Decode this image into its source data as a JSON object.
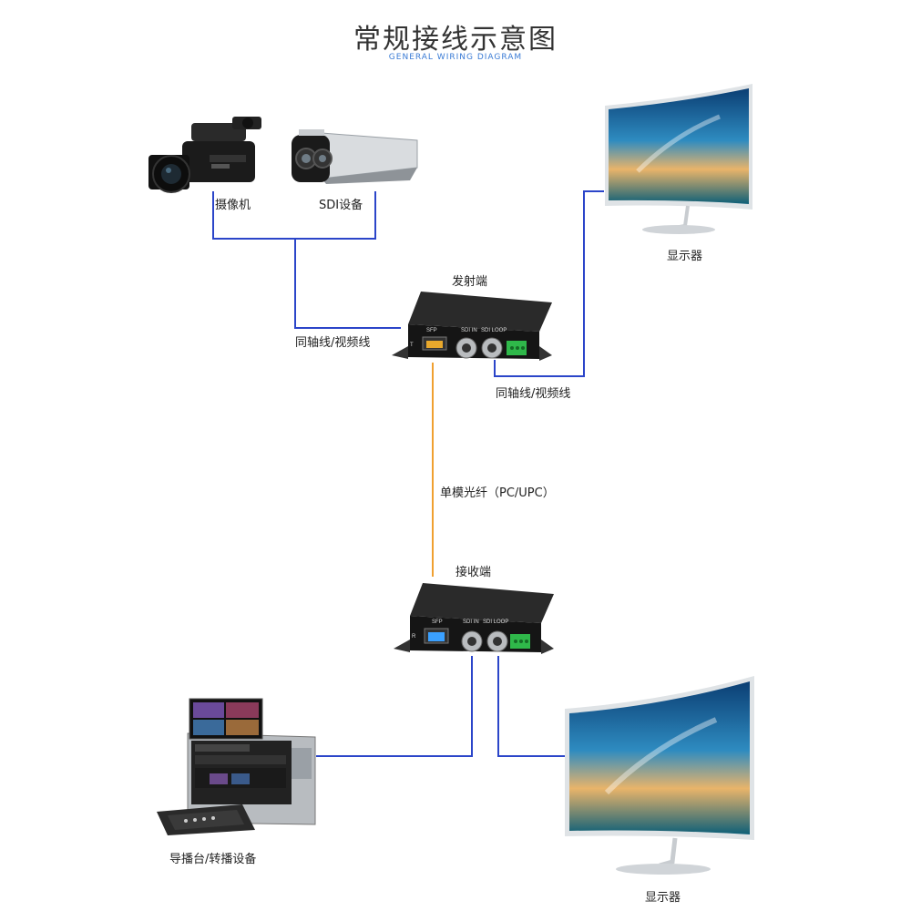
{
  "header": {
    "title": "常规接线示意图",
    "subtitle": "GENERAL WIRING DIAGRAM"
  },
  "labels": {
    "camcorder": "摄像机",
    "sdi_device": "SDI设备",
    "monitor_top": "显示器",
    "transmitter": "发射端",
    "coax_left": "同轴线/视频线",
    "coax_right": "同轴线/视频线",
    "fiber": "单模光纤（PC/UPC）",
    "receiver": "接收端",
    "switcher": "导播台/转播设备",
    "monitor_bottom": "显示器"
  },
  "device_panels": {
    "transmitter": {
      "side": "T",
      "sfp": "SFP",
      "sdi_in": "SDI IN",
      "sdi_loop": "SDI LOOP"
    },
    "receiver": {
      "side": "R",
      "sfp": "SFP",
      "sdi_in": "SDI IN",
      "sdi_loop": "SDI LOOP"
    }
  },
  "colors": {
    "coax_wire": "#2b45c9",
    "fiber_wire": "#f0a030",
    "subtitle": "#3a7bd5",
    "terminal_green": "#2fb84a"
  }
}
